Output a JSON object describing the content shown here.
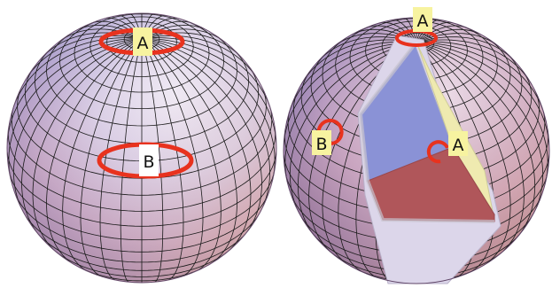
{
  "figure": {
    "left_sphere": {
      "labels": {
        "top": "A",
        "equator": "B"
      }
    },
    "right_sphere": {
      "labels": {
        "top": "A",
        "side": "B",
        "center": "A"
      }
    },
    "colors": {
      "ring": "#e8321e",
      "label_bg": "#f7f3a0",
      "facet_blue": "#8a92d6",
      "facet_red": "#b0565a",
      "facet_yellow": "#efeab0",
      "grid_line": "#1a1a1a"
    }
  }
}
